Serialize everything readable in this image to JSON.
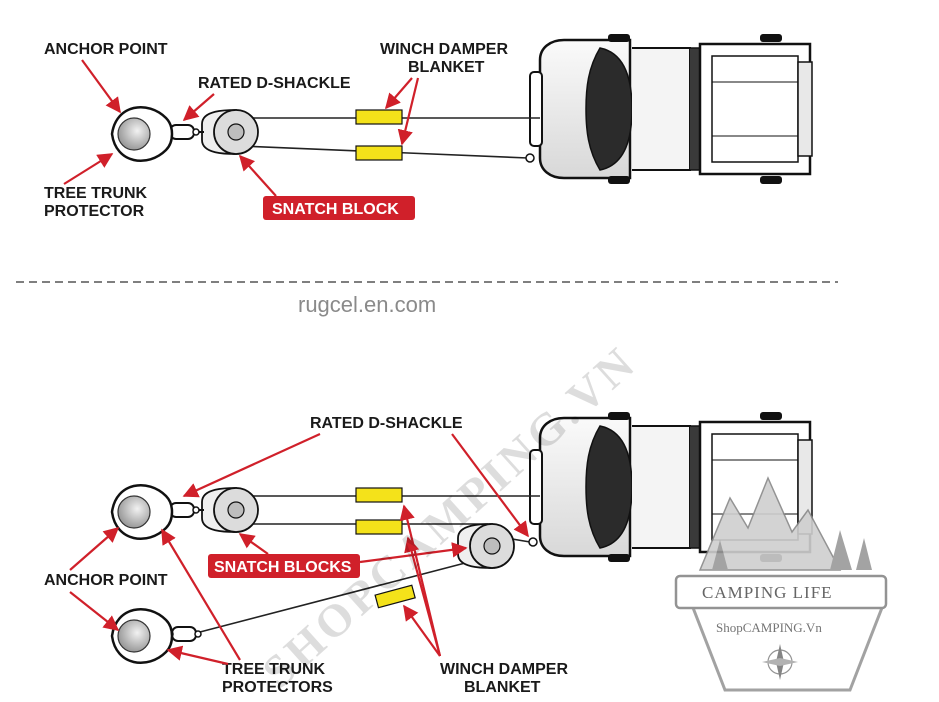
{
  "top": {
    "anchor_point": "ANCHOR POINT",
    "rated_d_shackle": "RATED D-SHACKLE",
    "winch_damper_line1": "WINCH DAMPER",
    "winch_damper_line2": "BLANKET",
    "tree_trunk_line1": "TREE TRUNK",
    "tree_trunk_line2": "PROTECTOR",
    "snatch_block": "SNATCH BLOCK"
  },
  "website": "rugcel.en.com",
  "bottom": {
    "rated_d_shackle": "RATED D-SHACKLE",
    "snatch_blocks": "SNATCH BLOCKS",
    "anchor_point": "ANCHOR POINT",
    "tree_trunk_line1": "TREE TRUNK",
    "tree_trunk_line2": "PROTECTORS",
    "winch_damper_line1": "WINCH DAMPER",
    "winch_damper_line2": "BLANKET"
  },
  "watermark": {
    "diagonal": "SHOPCAMPING.VN",
    "badge_title": "CAMPING LIFE",
    "badge_site": "ShopCAMPING.Vn"
  },
  "colors": {
    "label_red": "#d0202a",
    "damper_yellow": "#f4e21a",
    "rope": "#222222"
  }
}
